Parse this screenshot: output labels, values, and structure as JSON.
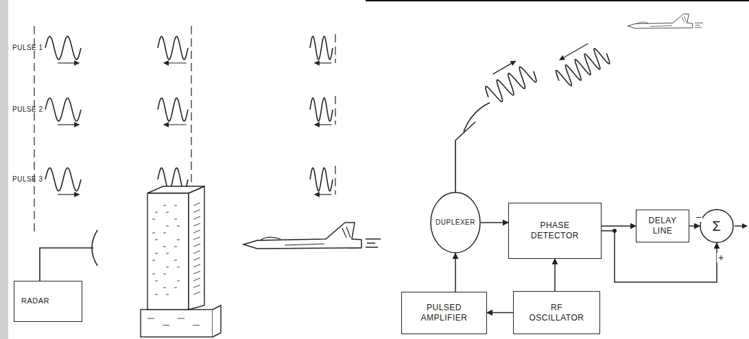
{
  "diagram": {
    "nodes": [
      {
        "text": [
          "RADAR"
        ]
      },
      {
        "text": [
          "DUPLEXER"
        ]
      },
      {
        "text": [
          "PHASE DETECTOR"
        ]
      },
      {
        "text": [
          "DELAY LINE"
        ]
      },
      {
        "text": [
          "Σ"
        ]
      },
      {
        "text": [
          "PULSED AMPLIFIER"
        ]
      },
      {
        "text": [
          "RF OSCILLATOR"
        ]
      }
    ],
    "edges": [
      {
        "from": 1,
        "to": 2,
        "arrow": "to"
      },
      {
        "from": 5,
        "to": 1,
        "arrow": "to"
      },
      {
        "from": 6,
        "to": 2,
        "arrow": "to"
      },
      {
        "from": 6,
        "to": 5,
        "arrow": "to"
      },
      {
        "from": 2,
        "to": 3,
        "arrow": "to"
      },
      {
        "from": 3,
        "to": 4,
        "label": "−",
        "arrow": "to"
      },
      {
        "from": 2,
        "to": 4,
        "label": "+",
        "arrow": "to"
      }
    ],
    "labels": [
      "PULSE 1",
      "PULSE 2",
      "PULSE 3"
    ]
  }
}
